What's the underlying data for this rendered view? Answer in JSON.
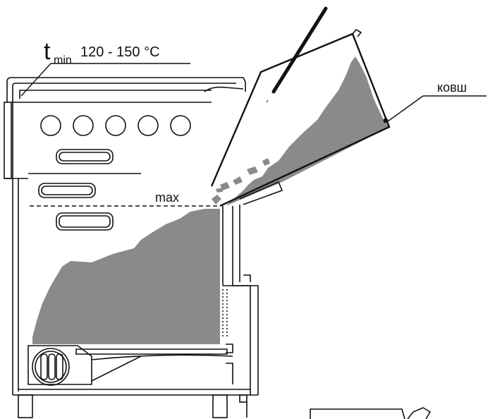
{
  "labels": {
    "temp_t": "t",
    "temp_sub": "min",
    "temp_range": "120 - 150 °C",
    "max": "max",
    "scoop": "ковш"
  },
  "colors": {
    "fill": "#8a8a8a",
    "line": "#111111",
    "background": "#ffffff"
  }
}
